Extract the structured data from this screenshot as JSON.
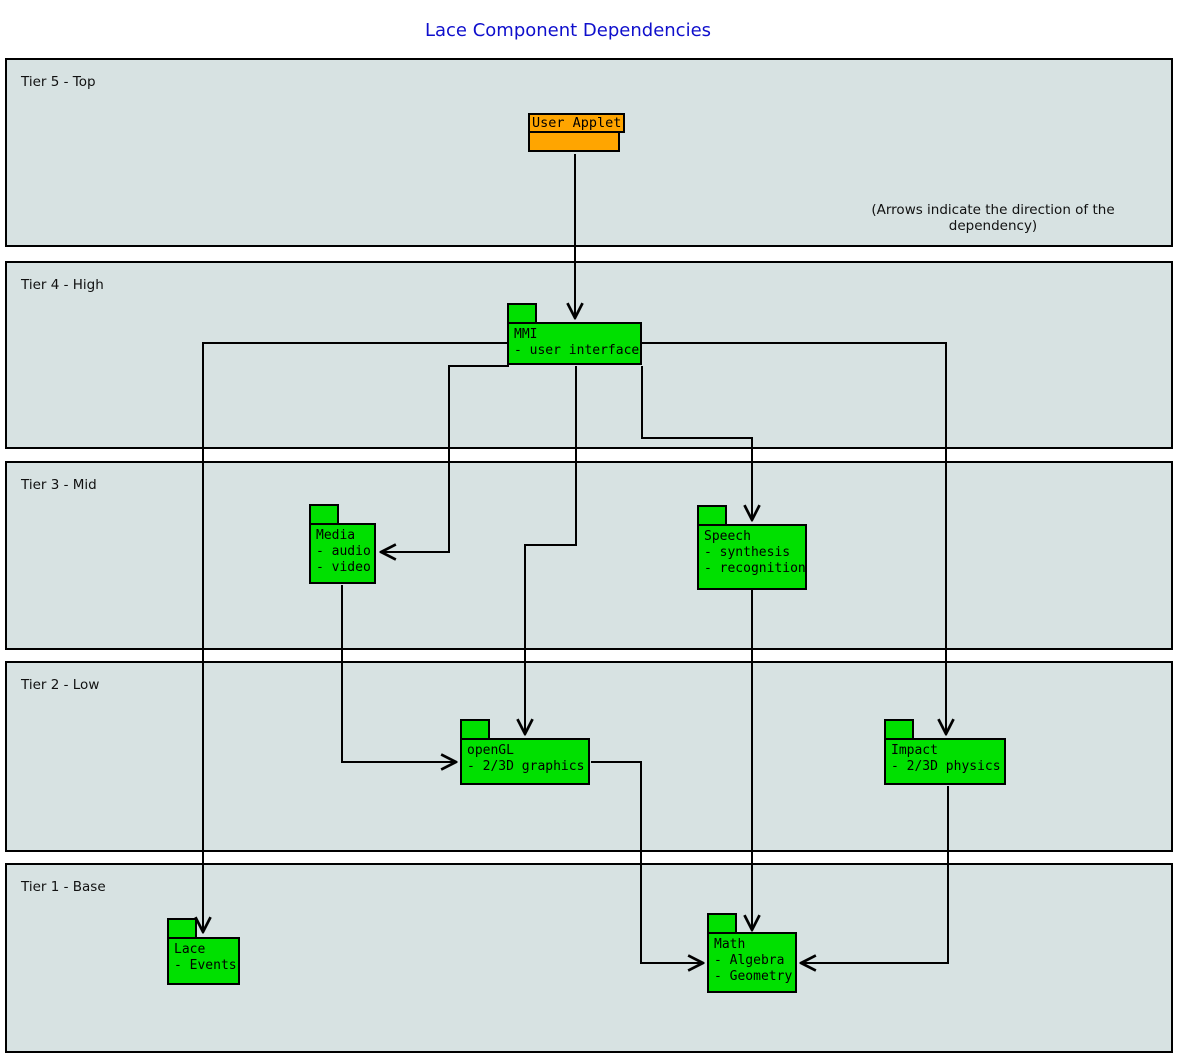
{
  "title": "Lace Component Dependencies",
  "note": "(Arrows indicate the direction of the dependency)",
  "colors": {
    "title_blue": "#0F0FCC",
    "band_bg": "#D7E2E2",
    "comp_green": "#00E000",
    "applet_orange": "#FFA500",
    "edge": "#000000"
  },
  "tiers": [
    {
      "label": "Tier 5 - Top"
    },
    {
      "label": "Tier 4 - High"
    },
    {
      "label": "Tier 3 - Mid"
    },
    {
      "label": "Tier 2 - Low"
    },
    {
      "label": "Tier 1 - Base"
    }
  ],
  "components": {
    "user_applet": {
      "title": "User Applet"
    },
    "mmi": {
      "title": "MMI",
      "sub1": "- user interface"
    },
    "media": {
      "title": "Media",
      "sub1": "- audio",
      "sub2": "- video"
    },
    "speech": {
      "title": "Speech",
      "sub1": "- synthesis",
      "sub2": "- recognition"
    },
    "opengl": {
      "title": "openGL",
      "sub1": "- 2/3D graphics"
    },
    "impact": {
      "title": "Impact",
      "sub1": "- 2/3D physics"
    },
    "lace": {
      "title": "Lace",
      "sub1": "- Events"
    },
    "math": {
      "title": "Math",
      "sub1": "- Algebra",
      "sub2": "- Geometry"
    }
  },
  "dependencies": [
    {
      "from": "User Applet",
      "to": "MMI"
    },
    {
      "from": "MMI",
      "to": "Media"
    },
    {
      "from": "MMI",
      "to": "Speech"
    },
    {
      "from": "MMI",
      "to": "openGL"
    },
    {
      "from": "MMI",
      "to": "Impact"
    },
    {
      "from": "MMI",
      "to": "Lace"
    },
    {
      "from": "Media",
      "to": "openGL"
    },
    {
      "from": "Speech",
      "to": "Math"
    },
    {
      "from": "openGL",
      "to": "Math"
    },
    {
      "from": "Impact",
      "to": "Math"
    }
  ]
}
